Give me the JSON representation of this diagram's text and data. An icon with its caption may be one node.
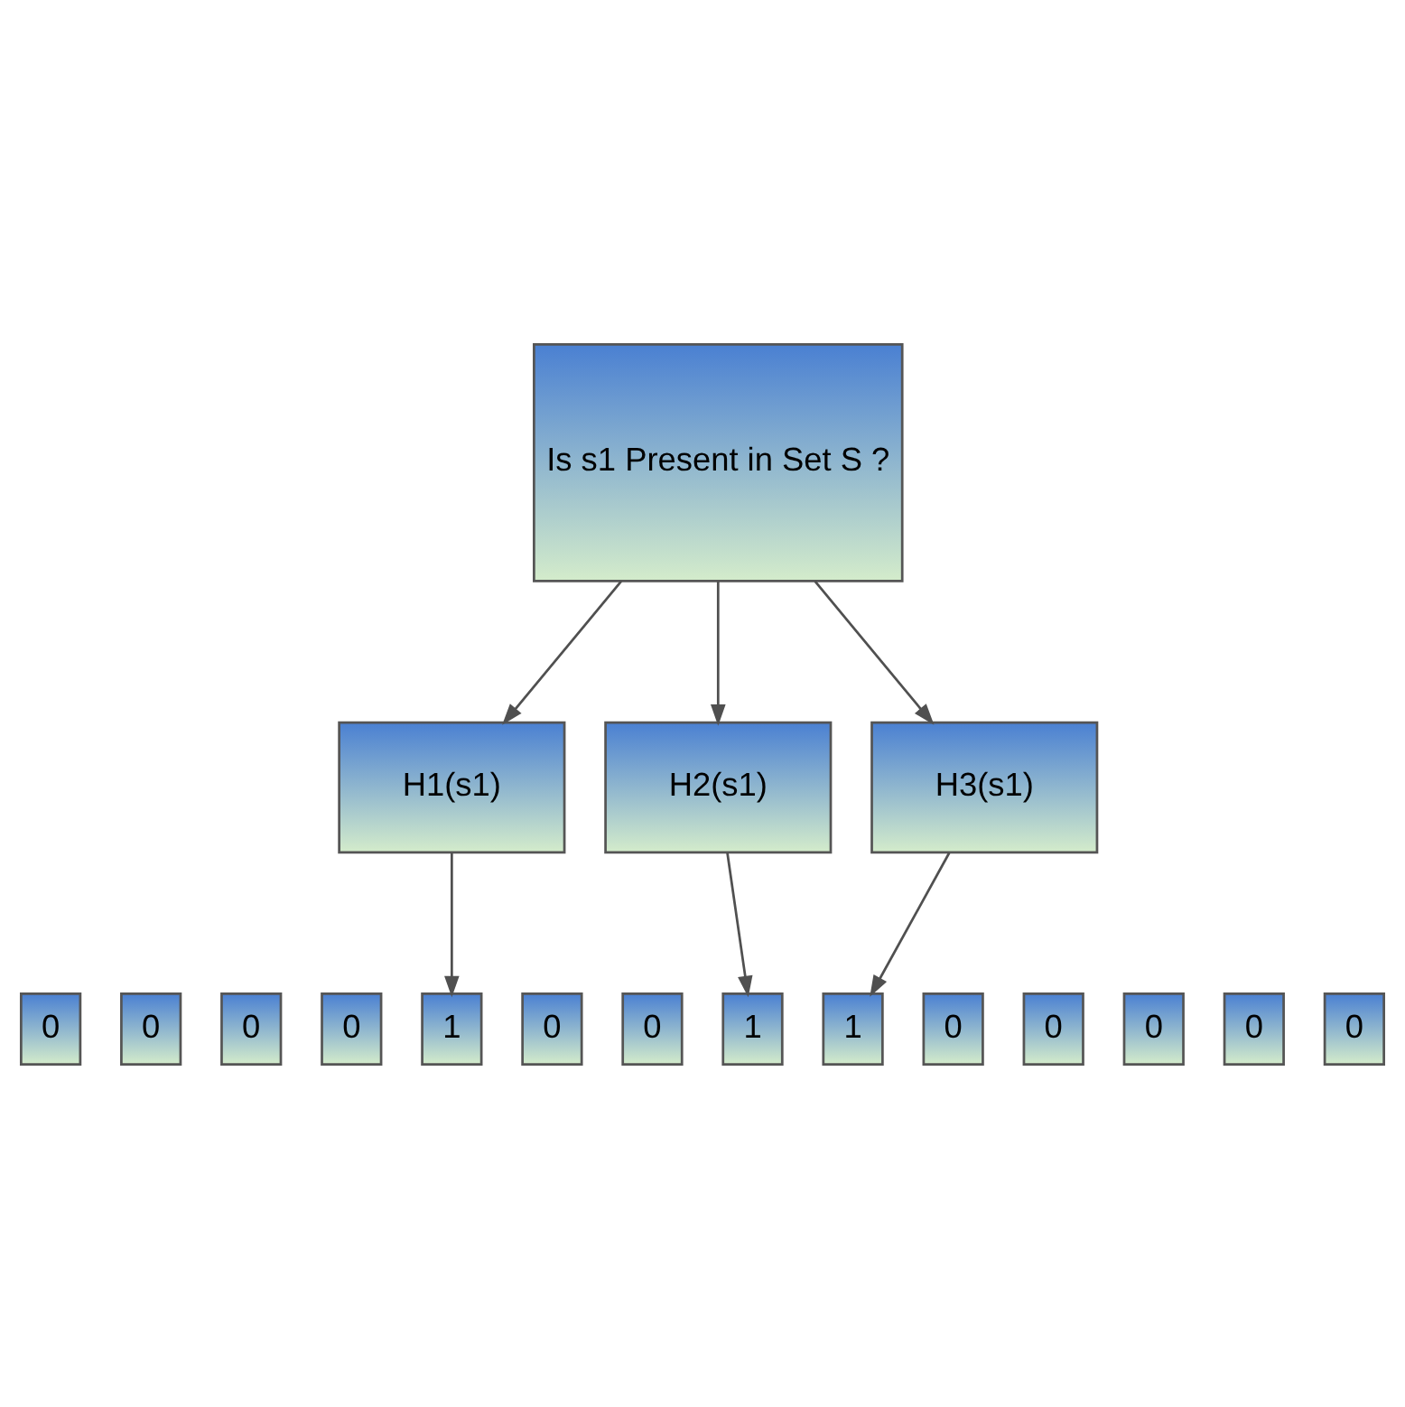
{
  "diagram": {
    "nodes": [
      {
        "text": [
          "Is s1 Present in Set S ?"
        ]
      },
      {
        "text": [
          "H1(s1)"
        ]
      },
      {
        "text": [
          "H2(s1)"
        ]
      },
      {
        "text": [
          "H3(s1)"
        ]
      },
      {
        "text": [
          "0"
        ]
      },
      {
        "text": [
          "0"
        ]
      },
      {
        "text": [
          "0"
        ]
      },
      {
        "text": [
          "0"
        ]
      },
      {
        "text": [
          "1"
        ]
      },
      {
        "text": [
          "0"
        ]
      },
      {
        "text": [
          "0"
        ]
      },
      {
        "text": [
          "1"
        ]
      },
      {
        "text": [
          "1"
        ]
      },
      {
        "text": [
          "0"
        ]
      },
      {
        "text": [
          "0"
        ]
      },
      {
        "text": [
          "0"
        ]
      },
      {
        "text": [
          "0"
        ]
      },
      {
        "text": [
          "0"
        ]
      }
    ],
    "edges": [
      {
        "from": 0,
        "to": 1,
        "arrow": "to"
      },
      {
        "from": 0,
        "to": 2,
        "arrow": "to"
      },
      {
        "from": 0,
        "to": 3,
        "arrow": "to"
      },
      {
        "from": 1,
        "to": 8,
        "arrow": "to"
      },
      {
        "from": 2,
        "to": 11,
        "arrow": "to"
      },
      {
        "from": 3,
        "to": 12,
        "arrow": "to"
      }
    ]
  }
}
